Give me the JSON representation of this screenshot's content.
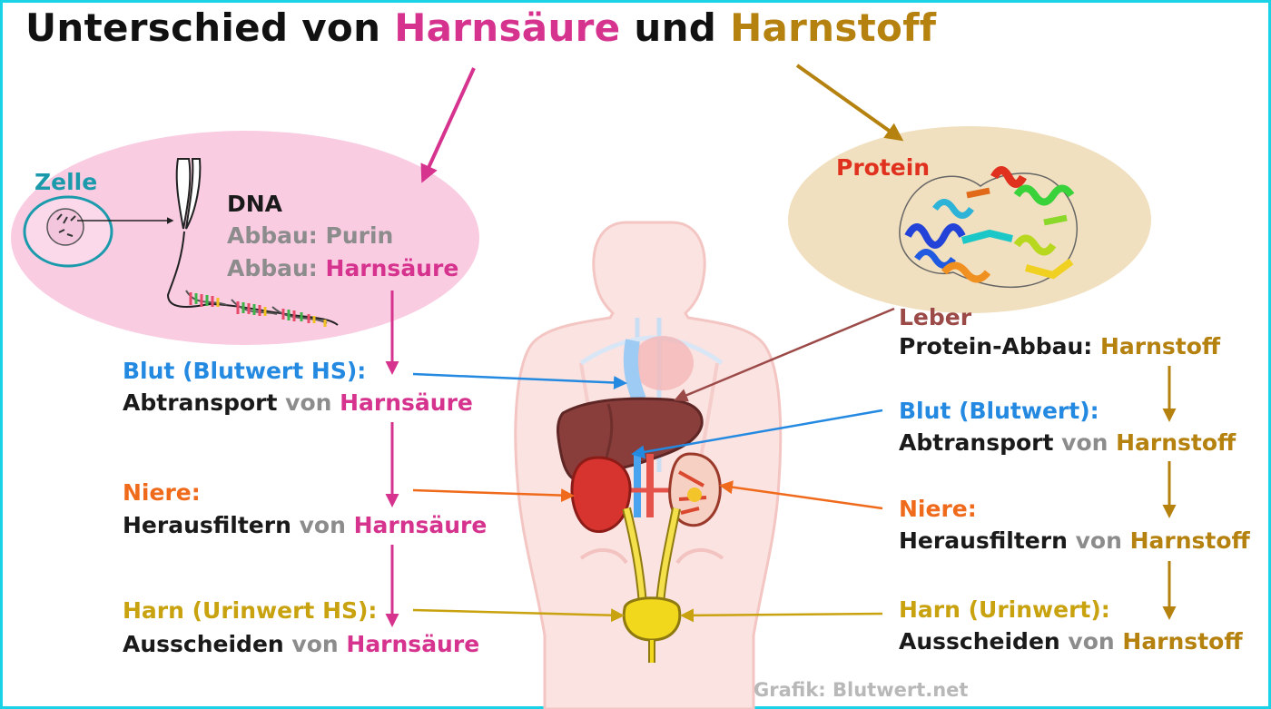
{
  "title": {
    "prefix": "Unterschied von ",
    "uric": "Harnsäure",
    "middle": " und ",
    "urea": "Harnstoff"
  },
  "cell": {
    "label": "Zelle"
  },
  "dna": {
    "heading": "DNA",
    "line1_prefix": "Abbau: ",
    "line1_value": "Purin",
    "line2_prefix": "Abbau: ",
    "line2_value": "Harnsäure"
  },
  "protein": {
    "label": "Protein"
  },
  "left_steps": [
    {
      "heading": "Blut (Blutwert HS):",
      "action": "Abtransport",
      "connector": " von ",
      "substance": "Harnsäure"
    },
    {
      "heading": "Niere:",
      "action": "Herausfiltern",
      "connector": " von ",
      "substance": "Harnsäure"
    },
    {
      "heading": "Harn (Urinwert HS):",
      "action": "Ausscheiden",
      "connector": " von ",
      "substance": "Harnsäure"
    }
  ],
  "right_steps": [
    {
      "heading": "Leber",
      "action": "Protein-Abbau",
      "connector": ": ",
      "substance": "Harnstoff"
    },
    {
      "heading": "Blut (Blutwert):",
      "action": "Abtransport",
      "connector": " von ",
      "substance": "Harnstoff"
    },
    {
      "heading": "Niere:",
      "action": "Herausfiltern",
      "connector": " von ",
      "substance": "Harnstoff"
    },
    {
      "heading": "Harn (Urinwert):",
      "action": "Ausscheiden",
      "connector": " von ",
      "substance": "Harnstoff"
    }
  ],
  "credit": "Grafik: Blutwert.net",
  "colors": {
    "frame": "#19d2e6",
    "uric_acid": "#d6338f",
    "urea": "#b5810f",
    "blood": "#2489e0",
    "kidney": "#f06a1c",
    "urine": "#c9a20f",
    "cell": "#1b9aac",
    "protein": "#e0301e",
    "liver": "#9b4a48"
  },
  "icons": [
    "cell-icon",
    "chromosome-dna-icon",
    "protein-structure-icon",
    "body-organs-illustration"
  ]
}
